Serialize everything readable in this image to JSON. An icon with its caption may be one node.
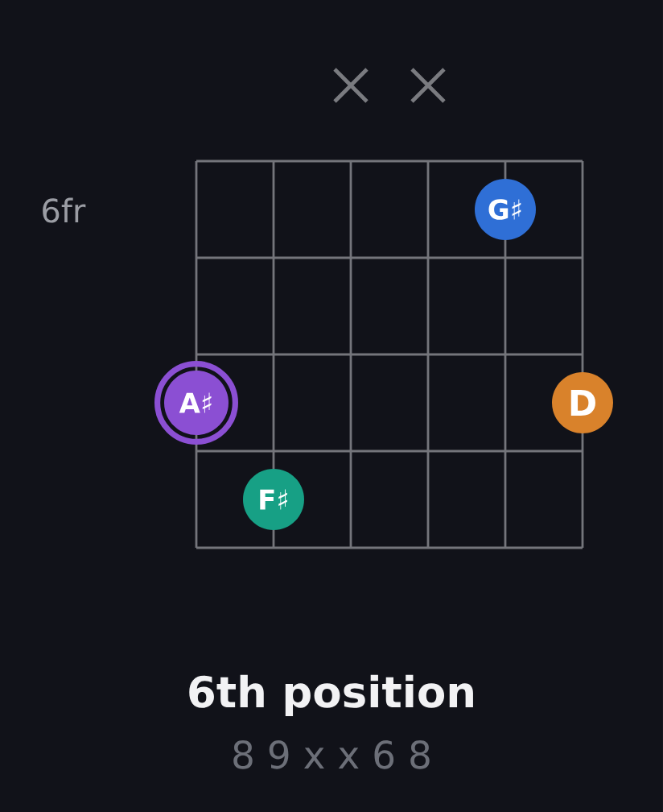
{
  "diagram": {
    "title": "6th position",
    "caption": "8 9 x x 6 8",
    "nodes": [
      {
        "text": [
          "G♯"
        ]
      },
      {
        "text": [
          "A♯"
        ]
      },
      {
        "text": [
          "D"
        ]
      },
      {
        "text": [
          "F♯"
        ]
      }
    ],
    "labels": [
      "6fr"
    ]
  }
}
